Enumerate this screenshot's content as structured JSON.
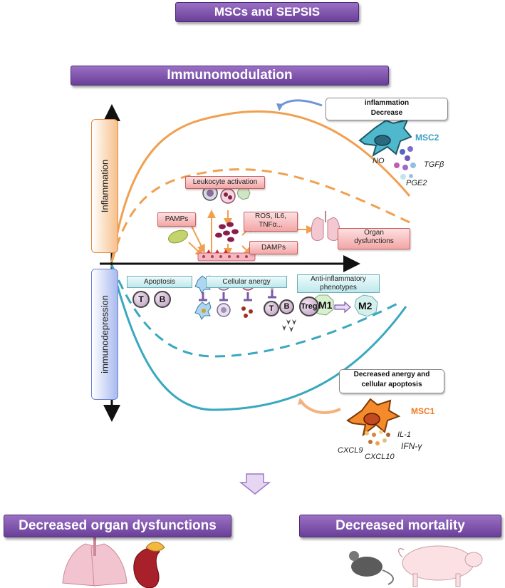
{
  "title": "MSCs and SEPSIS",
  "section": "Immunomodulation",
  "axis": {
    "inflammation": "Inflammation",
    "immunodepression": "immunodepression"
  },
  "msc2": {
    "name": "MSC2",
    "effect_line1": "inflammation",
    "effect_line2": "Decrease",
    "mediators": [
      "NO",
      "TGFβ",
      "PGE2"
    ]
  },
  "msc1": {
    "name": "MSC1",
    "effect_line1": "Decreased anergy and",
    "effect_line2": "cellular apoptosis",
    "mediators": [
      "CXCL9",
      "CXCL10",
      "IL-1",
      "IFN-γ"
    ]
  },
  "inflammation_boxes": {
    "leukocyte": "Leukocyte activation",
    "pamps": "PAMPs",
    "ros_line1": "ROS,  IL6,",
    "ros_line2": "TNFα...",
    "damps": "DAMPs",
    "organ_line1": "Organ",
    "organ_line2": "dysfunctions"
  },
  "immuno_boxes": {
    "apoptosis": "Apoptosis",
    "anergy": "Cellular anergy",
    "anti_line1": "Anti-inflammatory",
    "anti_line2": "phenotypes"
  },
  "cells": {
    "t": "T",
    "b": "B",
    "treg": "Treg",
    "m1": "M1",
    "m2": "M2"
  },
  "outcomes": {
    "organ": "Decreased organ dysfunctions",
    "mortality": "Decreased mortality"
  },
  "colors": {
    "inflammation": "#f0a050",
    "immunodepression": "#3aa8bf",
    "banner": "#7a4fae",
    "msc1": "#f07a1f",
    "msc2": "#3a9cc7"
  }
}
